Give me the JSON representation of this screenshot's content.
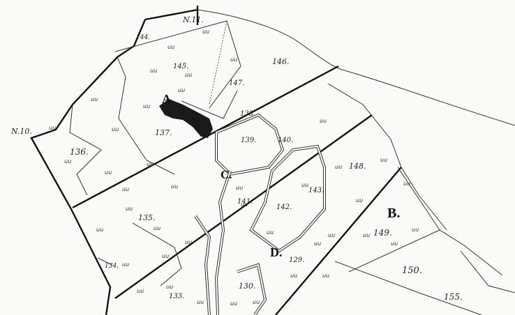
{
  "map": {
    "edge_labels": [
      {
        "id": "top",
        "text": "N.11."
      },
      {
        "id": "left",
        "text": "N.10."
      }
    ],
    "parcels": [
      "144.",
      "145.",
      "146.",
      "147.",
      "136.",
      "137.",
      "138.",
      "139.",
      "140.",
      "148.",
      "141.",
      "142.",
      "143.",
      "135.",
      "149.",
      "134.",
      "150.",
      "129.",
      "130.",
      "133.",
      "155."
    ],
    "letters": {
      "A": "A",
      "B": "B.",
      "C": "C.",
      "D": "D."
    },
    "colors": {
      "ink": "#111111",
      "paper": "#fbfbf9",
      "pond": "#1a1a1a"
    }
  }
}
